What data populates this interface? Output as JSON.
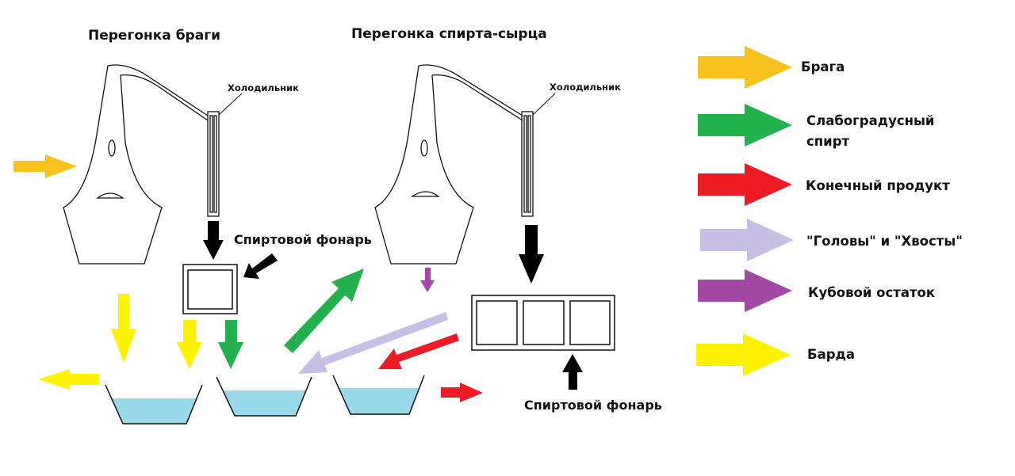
{
  "titles": {
    "left": "Перегонка браги",
    "right": "Перегонка спирта-сырца"
  },
  "labels": {
    "cooler_left": "Холодильник",
    "cooler_right": "Холодильник",
    "lantern_left": "Спиртовой фонарь",
    "lantern_right": "Спиртовой фонарь"
  },
  "legend": [
    {
      "label": "Брага",
      "color": "#f7c21b"
    },
    {
      "label": "Слабоградусный спирт",
      "color": "#22b14c"
    },
    {
      "label": "Конечный продукт",
      "color": "#ed1c24"
    },
    {
      "label": "\"Головы\" и \"Хвосты\"",
      "color": "#c8bfe7"
    },
    {
      "label": "Кубовой остаток",
      "color": "#a349a4"
    },
    {
      "label": "Барда",
      "color": "#fff200"
    }
  ],
  "colors": {
    "braga": "#f7c21b",
    "weak_spirit": "#22b14c",
    "final_product": "#ed1c24",
    "heads_tails": "#c8bfe7",
    "still_residue": "#a349a4",
    "barda": "#fff200",
    "liquid": "#99d9ea",
    "outline": "#111111"
  }
}
